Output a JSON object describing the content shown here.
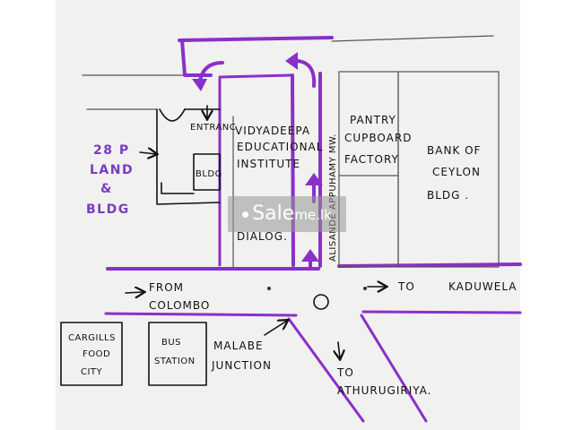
{
  "labels": {
    "land_line1": "28 P",
    "land_line2": "LAND",
    "land_line3": "&",
    "land_line4": "BLDG",
    "entrance": "ENTRANC",
    "bldg_small": "BLDG",
    "institute_line1": "VIDYADEEPA",
    "institute_line2": "EDUCATIONAL",
    "institute_line3": "INSTITUTE",
    "dialog": "DIALOG.",
    "street": "ALISANDE APPUHAMY MW.",
    "pantry_line1": "PANTRY",
    "pantry_line2": "CUPBOARD",
    "pantry_line3": "FACTORY",
    "bank_line1": "BANK OF",
    "bank_line2": "CEYLON",
    "bank_line3": "BLDG .",
    "from_line1": "FROM",
    "from_line2": "COLOMBO",
    "to_kaduwela_prefix": "TO",
    "to_kaduwela": "KADUWELA",
    "cargills_line1": "CARGILLS",
    "cargills_line2": "FOOD",
    "cargills_line3": "CITY",
    "bus_line1": "BUS",
    "bus_line2": "STATION",
    "junction_line1": "MALABE",
    "junction_line2": "JUNCTION",
    "to_athurugiriya_prefix": "TO",
    "to_athurugiriya": "ATHURUGIRIYA."
  },
  "watermark": {
    "brand": "Sale",
    "domain": "me.lk"
  },
  "colors": {
    "road_ink": "#8b2fc9",
    "pen_ink": "#111111",
    "paper": "#f1f1ef"
  }
}
